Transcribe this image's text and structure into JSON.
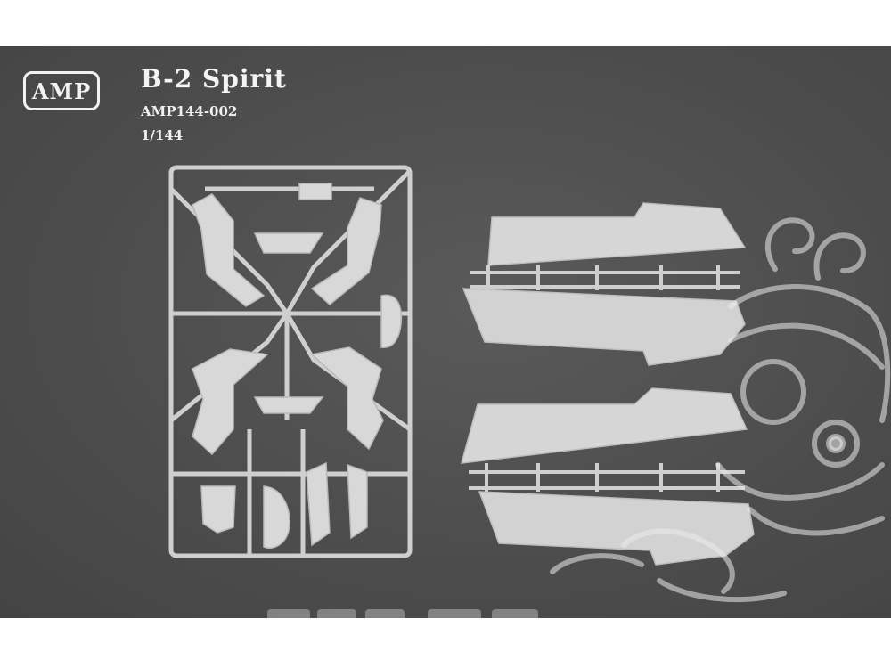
{
  "brand": {
    "logo_text": "AMP"
  },
  "product": {
    "title": "B-2 Spirit",
    "code": "AMP144-002",
    "scale": "1/144"
  },
  "colors": {
    "background": "#4d4d4d",
    "plastic": "#d4d4d4",
    "text": "#f4f4f4",
    "page": "#ffffff"
  }
}
